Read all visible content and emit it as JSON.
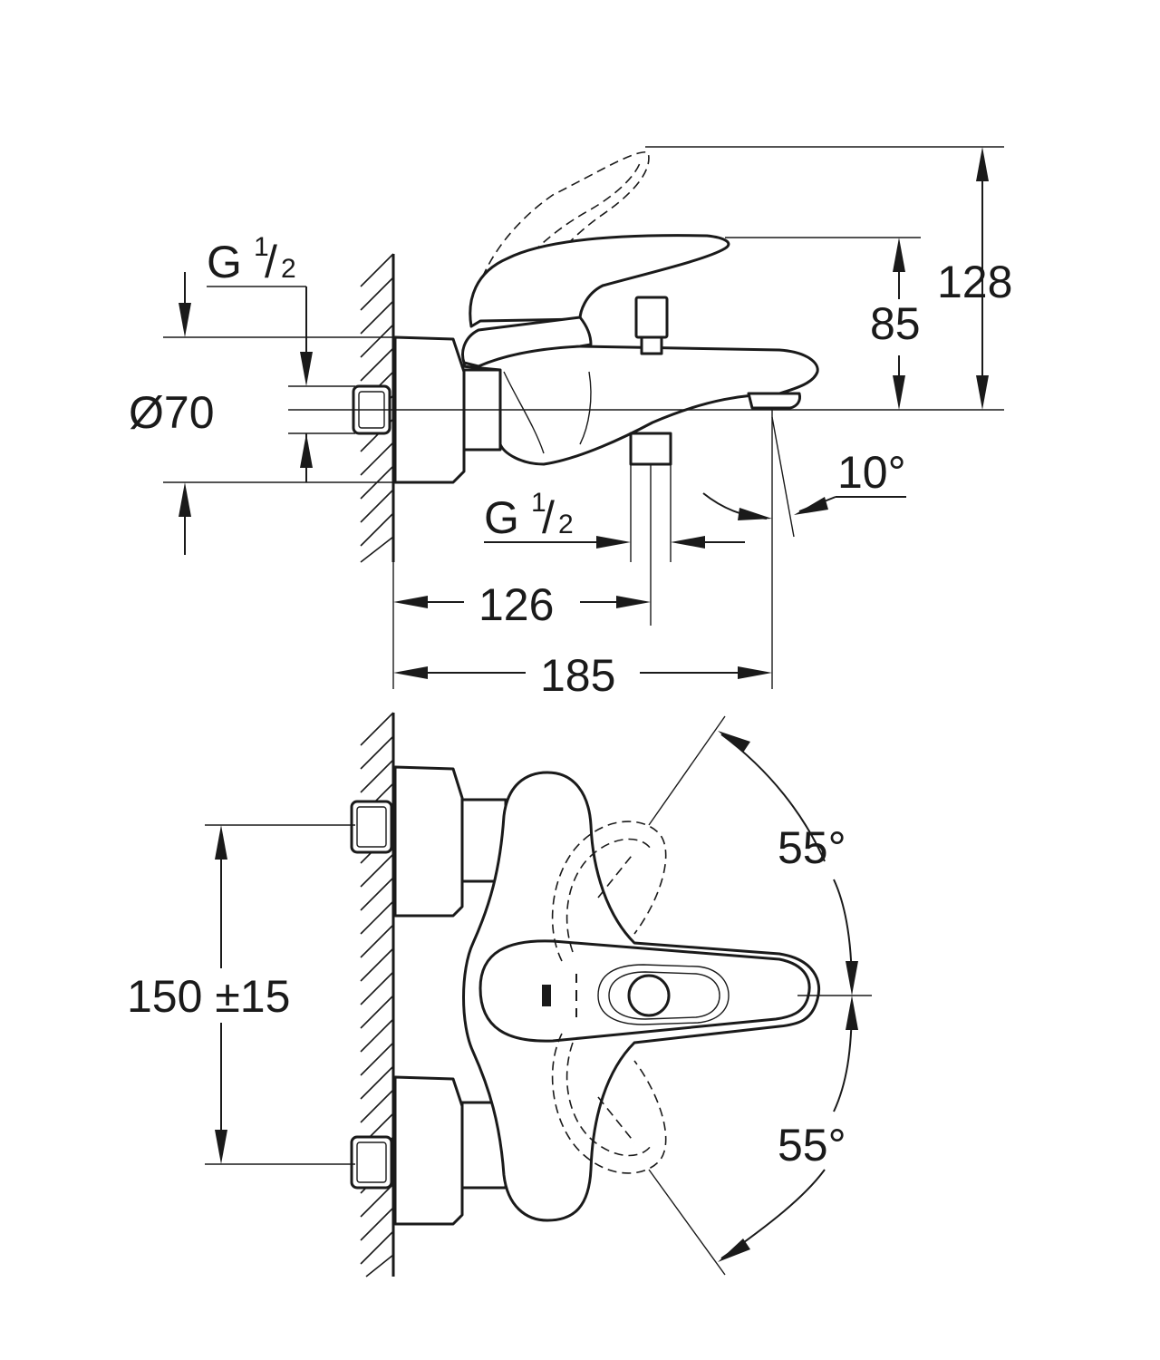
{
  "side_view": {
    "inlet_thread": {
      "letter": "G",
      "num": "1",
      "den": "2"
    },
    "outlet_thread": {
      "letter": "G",
      "num": "1",
      "den": "2"
    },
    "rosette_diameter": "Ø70",
    "total_height": "128",
    "spout_height": "85",
    "spout_angle": "10°",
    "outlet_distance": "126",
    "projection": "185"
  },
  "top_view": {
    "inlet_spacing": "150 ±15",
    "lever_swing_upper": "55°",
    "lever_swing_lower": "55°"
  }
}
